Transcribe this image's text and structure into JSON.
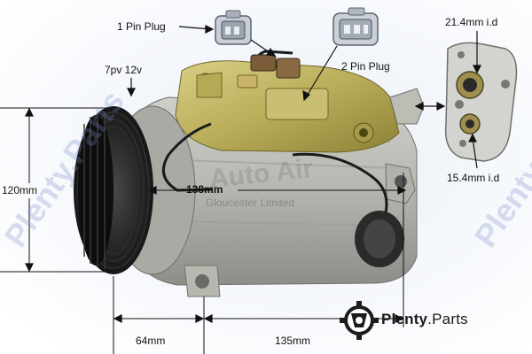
{
  "labels": {
    "pin1": "1 Pin Plug",
    "pin2": "2 Pin Plug",
    "belt": "7pv 12v",
    "port_large": "21.4mm i.d",
    "port_small": "15.4mm i.d",
    "height": "120mm",
    "width_body": "138mm",
    "offset_left": "64mm",
    "offset_right": "135mm"
  },
  "watermark": {
    "brand_line1": "Auto Air",
    "brand_line2": "Gloucester Limited",
    "side_left": "Plenty.Parts",
    "side_right": "Plenty.Parts"
  },
  "logo": {
    "name": "Plenty",
    "suffix": ".Parts"
  },
  "colors": {
    "background": "#ffffff",
    "photo_bg": "#dfe8f4",
    "annotation": "#111111"
  },
  "icons": [
    "arrow-icon",
    "plenty-parts-logo-icon"
  ]
}
